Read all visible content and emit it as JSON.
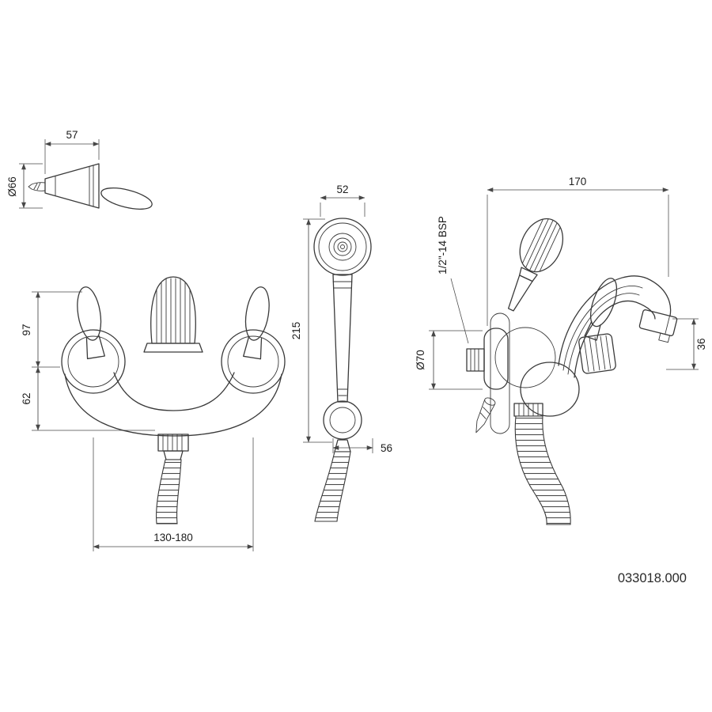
{
  "part_number": "033018.000",
  "colors": {
    "line": "#3a3a3a",
    "background": "#ffffff"
  },
  "views": {
    "holder": {
      "width": "57",
      "diameter": "Ø66"
    },
    "front": {
      "upper_height": "97",
      "lower_height": "62",
      "width_range": "130-180"
    },
    "handshower": {
      "head_width": "52",
      "length": "215",
      "hook_offset": "56"
    },
    "side": {
      "depth": "170",
      "thread": "1/2\"-14 BSP",
      "escutcheon_diameter": "Ø70",
      "spout_drop": "36"
    }
  }
}
